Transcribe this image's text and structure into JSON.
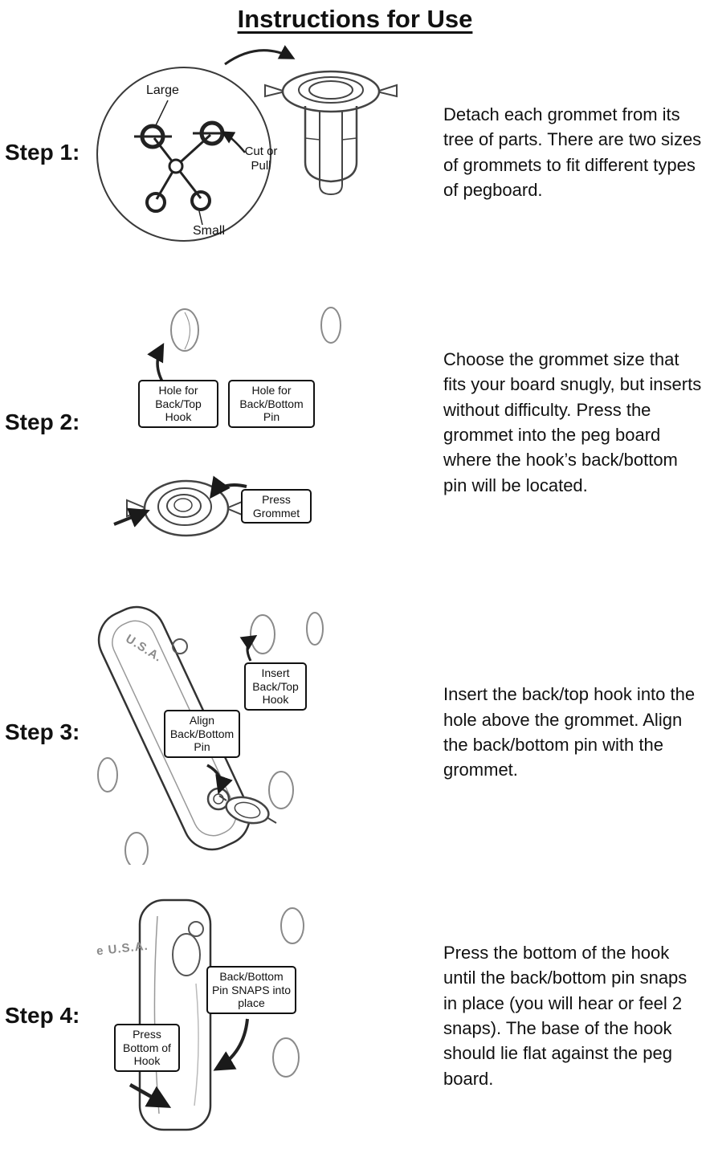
{
  "page": {
    "title": "Instructions for Use"
  },
  "steps": [
    {
      "label": "Step 1:",
      "description": "Detach each grommet from its tree of parts. There are two sizes of grommets to fit different types of pegboard.",
      "callouts": {
        "large": "Large",
        "cut_or_pull": "Cut or Pull",
        "small": "Small"
      }
    },
    {
      "label": "Step 2:",
      "description": "Choose the grommet size that fits your board snugly, but inserts without difficulty. Press the grommet into the peg board where the hook’s back/bottom pin will be located.",
      "callouts": {
        "hole_hook": "Hole for Back/Top Hook",
        "hole_pin": "Hole for Back/Bottom Pin",
        "press_grommet": "Press Grommet"
      }
    },
    {
      "label": "Step 3:",
      "description": "Insert the back/top hook into the hole above the grommet. Align the back/bottom pin with the grommet.",
      "callouts": {
        "insert_hook": "Insert Back/Top Hook",
        "align_pin": "Align Back/Bottom Pin",
        "usa_marking": "U.S.A."
      }
    },
    {
      "label": "Step 4:",
      "description": "Press the bottom of the hook until the back/bottom pin snaps in place (you will hear or feel 2 snaps). The base of the hook should lie flat against the peg board.",
      "callouts": {
        "pin_snaps": "Back/Bottom Pin SNAPS into place",
        "press_bottom": "Press Bottom of Hook",
        "usa_marking": "e U.S.A."
      }
    }
  ]
}
